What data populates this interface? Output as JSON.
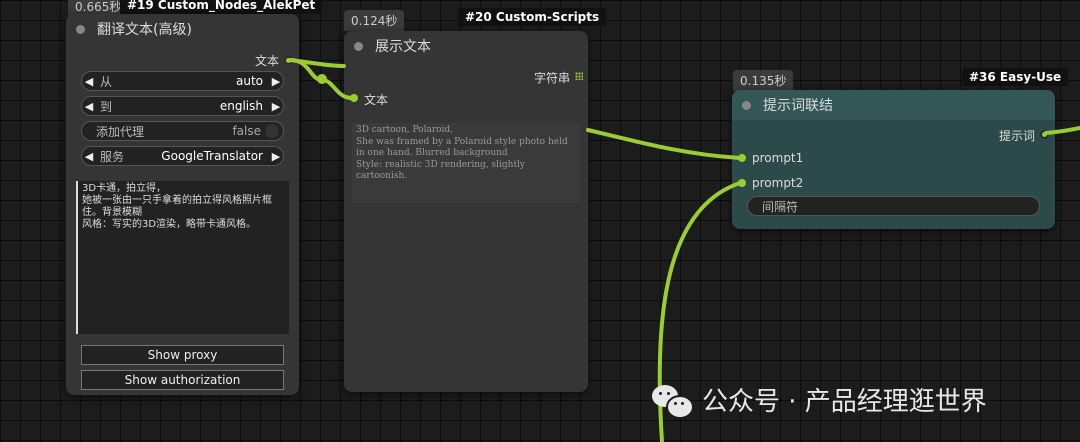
{
  "node_translate": {
    "time": "0.665秒",
    "id": "#19 Custom_Nodes_AlekPet",
    "title": "翻译文本(高级)",
    "output_label": "文本",
    "widgets": [
      {
        "label": "从",
        "value": "auto"
      },
      {
        "label": "到",
        "value": "english"
      },
      {
        "label": "添加代理",
        "value": "false"
      },
      {
        "label": "服务",
        "value": "GoogleTranslator"
      }
    ],
    "text": "3D卡通，拍立得，\n她被一张由一只手拿着的拍立得风格照片框住。背景模糊\n风格：写实的3D渲染，略带卡通风格。",
    "button_proxy": "Show proxy",
    "button_auth": "Show authorization"
  },
  "node_show": {
    "time": "0.124秒",
    "id": "#20 Custom-Scripts",
    "title": "展示文本",
    "output_label": "字符串",
    "input_label": "文本",
    "text": "3D cartoon, Polaroid,\nShe was framed by a Polaroid style photo held in one hand. Blurred background\nStyle: realistic 3D rendering, slightly cartoonish."
  },
  "node_join": {
    "time": "0.135秒",
    "id": "#36 Easy-Use",
    "title": "提示词联结",
    "output_label": "提示词",
    "input1": "prompt1",
    "input2": "prompt2",
    "separator_label": "间隔符"
  },
  "watermark": "公众号 · 产品经理逛世界",
  "colors": {
    "wire": "#9acd32",
    "node_bg": "#353535",
    "join_node_bg": "#2d4a4a",
    "canvas": "#1c1c1c"
  }
}
